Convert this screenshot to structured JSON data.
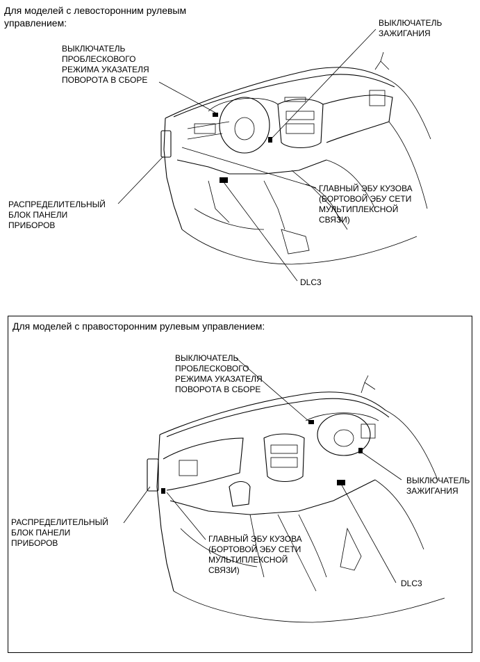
{
  "top": {
    "heading": "Для моделей с левосторонним рулевым\nуправлением:",
    "flasher": "ВЫКЛЮЧАТЕЛЬ\nПРОБЛЕСКОВОГО\nРЕЖИМА УКАЗАТЕЛЯ\nПОВОРОТА В СБОРЕ",
    "ignition": "ВЫКЛЮЧАТЕЛЬ\nЗАЖИГАНИЯ",
    "junction": "РАСПРЕДЕЛИТЕЛЬНЫЙ\nБЛОК ПАНЕЛИ\nПРИБОРОВ",
    "ecu": "ГЛАВНЫЙ ЭБУ КУЗОВА\n(БОРТОВОЙ ЭБУ СЕТИ\nМУЛЬТИПЛЕКСНОЙ\nСВЯЗИ)",
    "dlc": "DLC3"
  },
  "bottom": {
    "heading": "Для моделей с правосторонним рулевым управлением:",
    "flasher": "ВЫКЛЮЧАТЕЛЬ\nПРОБЛЕСКОВОГО\nРЕЖИМА УКАЗАТЕЛЯ\nПОВОРОТА В СБОРЕ",
    "ignition": "ВЫКЛЮЧАТЕЛЬ\nЗАЖИГАНИЯ",
    "junction": "РАСПРЕДЕЛИТЕЛЬНЫЙ\nБЛОК ПАНЕЛИ\nПРИБОРОВ",
    "ecu": "ГЛАВНЫЙ ЭБУ КУЗОВА\n(БОРТОВОЙ ЭБУ СЕТИ\nМУЛЬТИПЛЕКСНОЙ\nСВЯЗИ)",
    "dlc": "DLC3"
  }
}
